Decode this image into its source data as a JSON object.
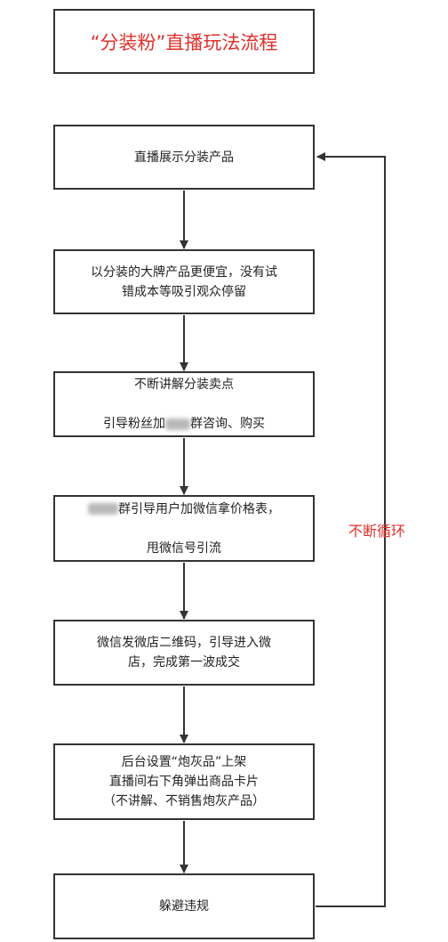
{
  "title": "“分装粉”直播玩法流程",
  "steps": [
    {
      "text": "直播展示分装产品"
    },
    {
      "text": "以分装的大牌产品更便宜，没有试\n错成本等吸引观众停留"
    },
    {
      "line1": "不断讲解分装卖点",
      "line2_a": "引导粉丝加",
      "line2_b": "群咨询、购买"
    },
    {
      "line1_b": "群引导用户加微信拿价格表，",
      "line2": "甩微信号引流"
    },
    {
      "text": "微信发微店二维码，引导进入微\n店，完成第一波成交"
    },
    {
      "text": "后台设置“炮灰品”上架\n直播间右下角弹出商品卡片\n（不讲解、不销售炮灰产品）"
    },
    {
      "text": "躲避违规"
    }
  ],
  "loop_label": "不断循环",
  "colors": {
    "accent": "#e0302b",
    "stroke": "#333333"
  }
}
